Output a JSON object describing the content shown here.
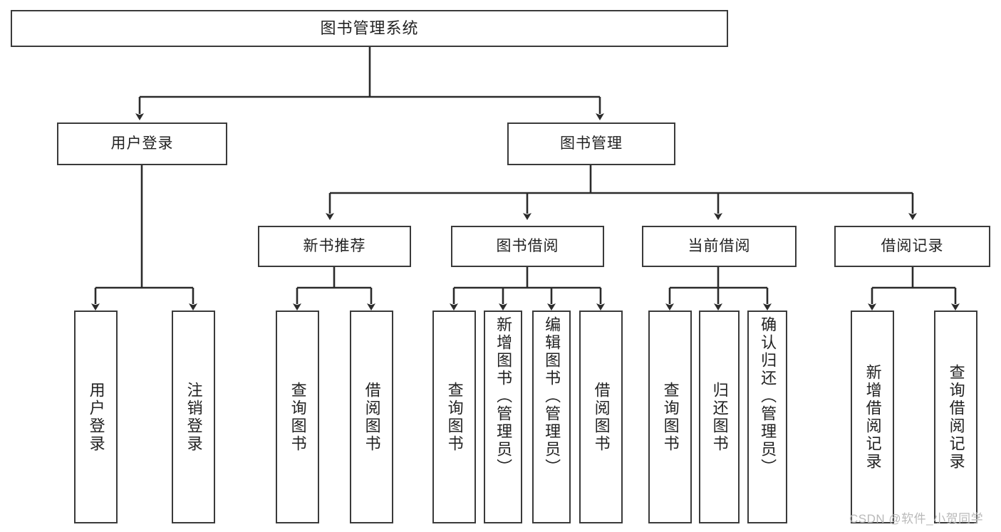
{
  "diagram": {
    "title": "图书管理系统",
    "type": "hierarchy-tree",
    "watermark": "CSDN @软件_小贺同学",
    "colors": {
      "background": "#ffffff",
      "box_border": "#3a3a3a",
      "text": "#222222",
      "connector": "#2b2b2b",
      "watermark": "#b9b9b9"
    },
    "root": {
      "label": "图书管理系统"
    },
    "level1": [
      {
        "label": "用户登录"
      },
      {
        "label": "图书管理"
      }
    ],
    "level2": [
      {
        "label": "新书推荐"
      },
      {
        "label": "图书借阅"
      },
      {
        "label": "当前借阅"
      },
      {
        "label": "借阅记录"
      }
    ],
    "leaves": {
      "user_login": [
        {
          "label": "用户登录"
        },
        {
          "label": "注销登录"
        }
      ],
      "new_books": [
        {
          "label": "查询图书"
        },
        {
          "label": "借阅图书"
        }
      ],
      "book_borrow": [
        {
          "label": "查询图书"
        },
        {
          "label": "新增图书（管理员）"
        },
        {
          "label": "编辑图书（管理员）"
        },
        {
          "label": "借阅图书"
        }
      ],
      "current_borrow": [
        {
          "label": "查询图书"
        },
        {
          "label": "归还图书"
        },
        {
          "label": "确认归还（管理员）"
        }
      ],
      "borrow_records": [
        {
          "label": "新增借阅记录"
        },
        {
          "label": "查询借阅记录"
        }
      ]
    }
  }
}
